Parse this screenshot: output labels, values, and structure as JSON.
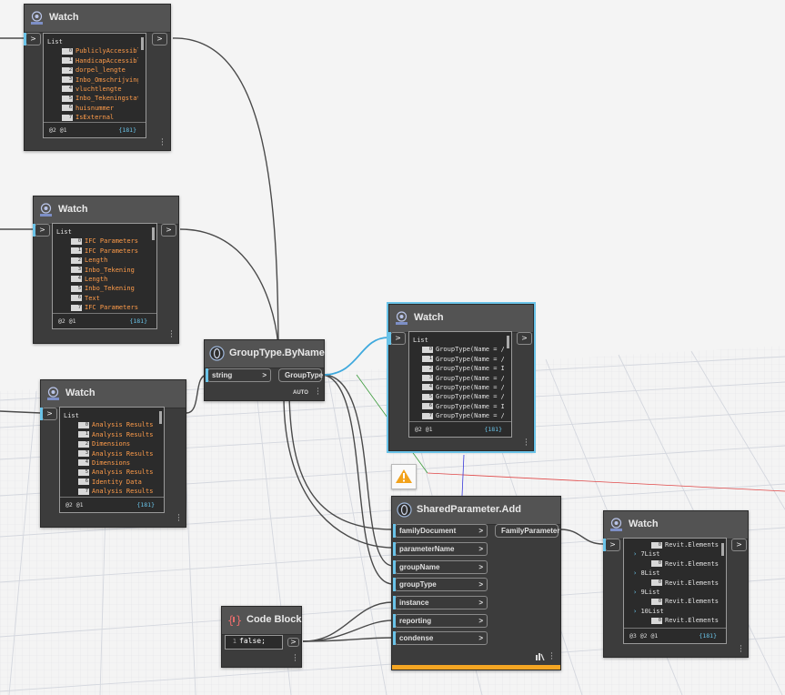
{
  "canvas": {
    "grid_major_color": "#d6d9e0",
    "grid_minor_color": "#e8e9ec",
    "wire_color": "#4a4a4a",
    "selected_wire_color": "#3fa9dd",
    "accent": "#6ac3e8",
    "string_value_color": "#ff9c4a"
  },
  "watch_list_label": "List",
  "watch_count": "{181}",
  "watch_levels": "@2 @1",
  "watch_levels_3": "@3 @2 @1",
  "port_arrow": ">",
  "watch1": {
    "title": "Watch",
    "items": [
      {
        "index": "0",
        "text": "PubliclyAccessibl"
      },
      {
        "index": "1",
        "text": "HandicapAccessibl"
      },
      {
        "index": "2",
        "text": "dorpel_lengte"
      },
      {
        "index": "3",
        "text": "Inbo_Omschrijving"
      },
      {
        "index": "4",
        "text": "vluchtlengte"
      },
      {
        "index": "5",
        "text": "Inbo_Tekeningstat"
      },
      {
        "index": "6",
        "text": "huisnummer"
      },
      {
        "index": "7",
        "text": "IsExternal"
      }
    ]
  },
  "watch2": {
    "title": "Watch",
    "items": [
      {
        "index": "0",
        "text": "IFC Parameters"
      },
      {
        "index": "1",
        "text": "IFC Parameters"
      },
      {
        "index": "2",
        "text": "Length"
      },
      {
        "index": "3",
        "text": "Inbo_Tekening"
      },
      {
        "index": "4",
        "text": "Length"
      },
      {
        "index": "5",
        "text": "Inbo_Tekening"
      },
      {
        "index": "6",
        "text": "Text"
      },
      {
        "index": "7",
        "text": "IFC Parameters"
      }
    ]
  },
  "watch3": {
    "title": "Watch",
    "items": [
      {
        "index": "0",
        "text": "Analysis Results"
      },
      {
        "index": "1",
        "text": "Analysis Results"
      },
      {
        "index": "2",
        "text": "Dimensions"
      },
      {
        "index": "3",
        "text": "Analysis Results"
      },
      {
        "index": "4",
        "text": "Dimensions"
      },
      {
        "index": "5",
        "text": "Analysis Results"
      },
      {
        "index": "6",
        "text": "Identity Data"
      },
      {
        "index": "7",
        "text": "Analysis Results"
      }
    ]
  },
  "watch4": {
    "title": "Watch",
    "items": [
      {
        "index": "0",
        "text": "GroupType(Name = /"
      },
      {
        "index": "1",
        "text": "GroupType(Name = /"
      },
      {
        "index": "2",
        "text": "GroupType(Name = I"
      },
      {
        "index": "3",
        "text": "GroupType(Name = /"
      },
      {
        "index": "4",
        "text": "GroupType(Name = /"
      },
      {
        "index": "5",
        "text": "GroupType(Name = /"
      },
      {
        "index": "6",
        "text": "GroupType(Name = I"
      },
      {
        "index": "7",
        "text": "GroupType(Name = /"
      }
    ]
  },
  "watch5": {
    "title": "Watch",
    "rows": [
      {
        "kind": "item",
        "index": "0",
        "text": "Revit.Elements."
      },
      {
        "kind": "list",
        "index": "7",
        "text": "List"
      },
      {
        "kind": "item",
        "index": "0",
        "text": "Revit.Elements."
      },
      {
        "kind": "list",
        "index": "8",
        "text": "List"
      },
      {
        "kind": "item",
        "index": "0",
        "text": "Revit.Elements."
      },
      {
        "kind": "list",
        "index": "9",
        "text": "List"
      },
      {
        "kind": "item",
        "index": "0",
        "text": "Revit.Elements."
      },
      {
        "kind": "list",
        "index": "10",
        "text": "List"
      },
      {
        "kind": "item",
        "index": "0",
        "text": "Revit.Elements."
      }
    ]
  },
  "grouptype_node": {
    "title": "GroupType.ByName",
    "input": "string",
    "output": "GroupType",
    "lacing": "AUTO"
  },
  "shared_param_node": {
    "title": "SharedParameter.Add",
    "inputs": [
      "familyDocument",
      "parameterName",
      "groupName",
      "groupType",
      "instance",
      "reporting",
      "condense"
    ],
    "output": "FamilyParameter"
  },
  "code_block": {
    "title": "Code Block",
    "line_number": "1",
    "code": "false;"
  }
}
